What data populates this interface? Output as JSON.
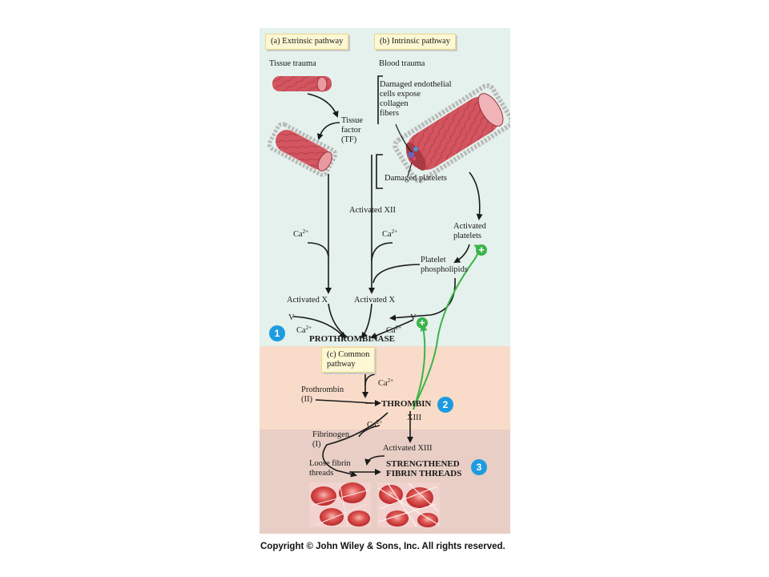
{
  "sections": {
    "extrinsic_title": "(a) Extrinsic pathway",
    "intrinsic_title": "(b) Intrinsic pathway",
    "common_title_1": "(c) Common",
    "common_title_2": "pathway"
  },
  "labels": {
    "tissue_trauma": "Tissue trauma",
    "blood_trauma": "Blood trauma",
    "damaged_endothelial": [
      "Damaged endothelial",
      "cells expose",
      "collagen",
      "fibers"
    ],
    "tissue_factor": [
      "Tissue",
      "factor",
      "(TF)"
    ],
    "damaged_platelets": "Damaged platelets",
    "activated_xii": "Activated XII",
    "activated_platelets": [
      "Activated",
      "platelets"
    ],
    "platelet_phospholipids": [
      "Platelet",
      "phospholipids"
    ],
    "ca_base": "Ca",
    "ca_charge": "2+",
    "activated_x_left": "Activated X",
    "activated_x_right": "Activated X",
    "v_left": "V",
    "v_right": "V",
    "prothrombinase": "PROTHROMBINASE",
    "prothrombin": [
      "Prothrombin",
      "(II)"
    ],
    "thrombin": "THROMBIN",
    "xiii": "XIII",
    "fibrinogen": [
      "Fibrinogen",
      "(I)"
    ],
    "activated_xiii": "Activated XIII",
    "loose_fibrin": [
      "Loose fibrin",
      "threads"
    ],
    "strengthened": [
      "STRENGTHENED",
      "FIBRIN THREADS"
    ]
  },
  "badges": {
    "step1": "1",
    "step2": "2",
    "step3": "3",
    "plus": "+"
  },
  "colors": {
    "top_bg": "#e4f1ec",
    "middle_bg": "#f8dcc9",
    "bottom_bg": "#e8cec4",
    "arrow": "#1a1a1a",
    "feedback": "#3bb34a",
    "badge": "#1e9be0",
    "vessel": "#c94a55"
  },
  "copyright": "Copyright © John Wiley & Sons, Inc. All rights reserved."
}
